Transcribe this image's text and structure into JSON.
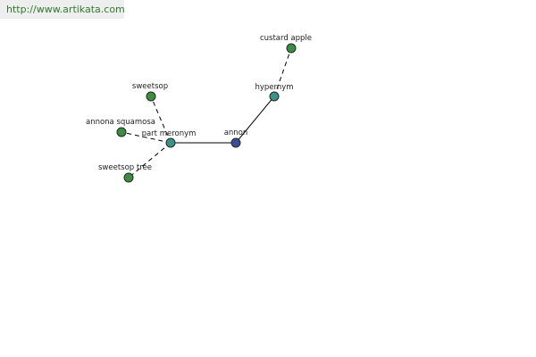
{
  "source": {
    "url_text": "http://www.artikata.com"
  },
  "colors": {
    "center_node": "#3b4c9a",
    "relation_node": "#3f8f8a",
    "term_node": "#3f8a45",
    "banner_bg": "#eeeeee",
    "url_text": "#2f7a2f"
  },
  "graph": {
    "nodes": [
      {
        "id": "annon",
        "label": "annon",
        "kind": "center"
      },
      {
        "id": "hypernym",
        "label": "hypernym",
        "kind": "relation"
      },
      {
        "id": "custard-apple",
        "label": "custard apple",
        "kind": "term"
      },
      {
        "id": "part-meronym",
        "label": "part meronym",
        "kind": "relation"
      },
      {
        "id": "sweetsop",
        "label": "sweetsop",
        "kind": "term"
      },
      {
        "id": "annona-squamosa",
        "label": "annona squamosa",
        "kind": "term"
      },
      {
        "id": "sweetsop-tree",
        "label": "sweetsop tree",
        "kind": "term"
      }
    ],
    "edges": [
      {
        "from": "annon",
        "to": "hypernym",
        "style": "solid"
      },
      {
        "from": "hypernym",
        "to": "custard-apple",
        "style": "dashed"
      },
      {
        "from": "annon",
        "to": "part-meronym",
        "style": "solid"
      },
      {
        "from": "part-meronym",
        "to": "sweetsop",
        "style": "dashed"
      },
      {
        "from": "part-meronym",
        "to": "annona-squamosa",
        "style": "dashed"
      },
      {
        "from": "part-meronym",
        "to": "sweetsop-tree",
        "style": "dashed"
      }
    ]
  }
}
